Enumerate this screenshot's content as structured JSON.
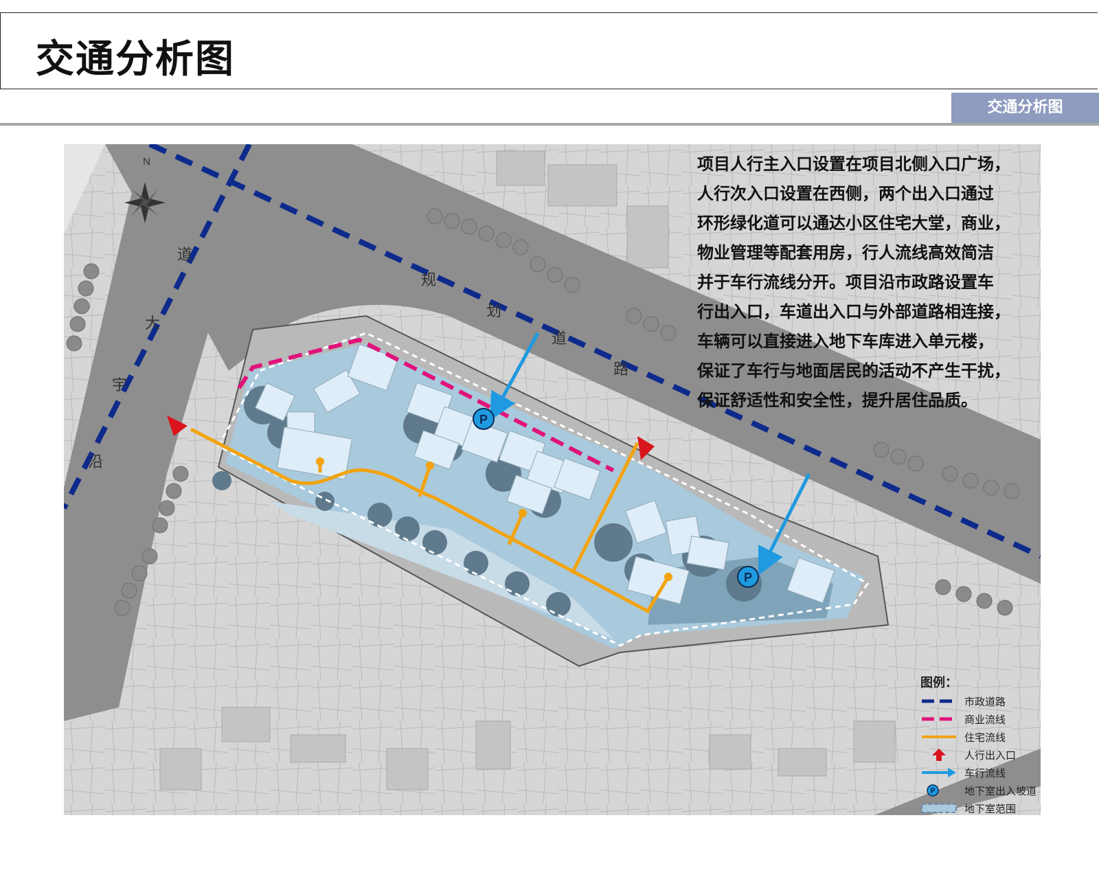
{
  "header": {
    "title": "交通分析图",
    "section_tab": "交通分析图"
  },
  "map": {
    "compass_label": "N",
    "road_label_west": [
      "沿",
      "宇",
      "大",
      "道"
    ],
    "road_label_north": [
      "规",
      "划",
      "道",
      "路"
    ],
    "parking_label": "P"
  },
  "description": {
    "lines": [
      "项目人行主入口设置在项目北侧入口广场，",
      "人行次入口设置在西侧，两个出入口通过",
      "环形绿化道可以通达小区住宅大堂，商业，",
      "物业管理等配套用房，行人流线高效简洁",
      "并于车行流线分开。项目沿市政路设置车",
      "行出入口，车道出入口与外部道路相连接，",
      "车辆可以直接进入地下车库进入单元楼，",
      "保证了车行与地面居民的活动不产生干扰，",
      "保证舒适性和安全性，提升居住品质。"
    ]
  },
  "legend": {
    "title": "图例：",
    "items": [
      {
        "label": "市政道路",
        "symbol": "municipal-road",
        "color": "#0d2a8c"
      },
      {
        "label": "商业流线",
        "symbol": "commercial-flow",
        "color": "#e0127a"
      },
      {
        "label": "住宅流线",
        "symbol": "residential-flow",
        "color": "#f2a30f"
      },
      {
        "label": "人行出入口",
        "symbol": "pedestrian-entrance",
        "color": "#d9141c"
      },
      {
        "label": "车行流线",
        "symbol": "vehicle-flow",
        "color": "#1f9ae0"
      },
      {
        "label": "地下室出入坡道",
        "symbol": "parking-ramp",
        "color": "#1f9ae0"
      },
      {
        "label": "地下室范围",
        "symbol": "basement-boundary",
        "color": "#6f8aa8"
      }
    ]
  },
  "colors": {
    "section_tab": "#8f9cc0",
    "road": "#8e8e8e",
    "site": "#a9c9dc",
    "building": "#deedf7"
  }
}
